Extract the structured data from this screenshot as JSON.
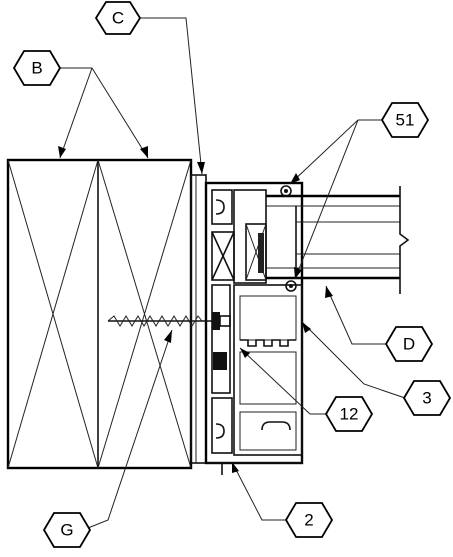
{
  "callouts": {
    "b": "B",
    "c": "C",
    "d": "D",
    "g": "G",
    "n2": "2",
    "n3": "3",
    "n12": "12",
    "n51": "51"
  }
}
